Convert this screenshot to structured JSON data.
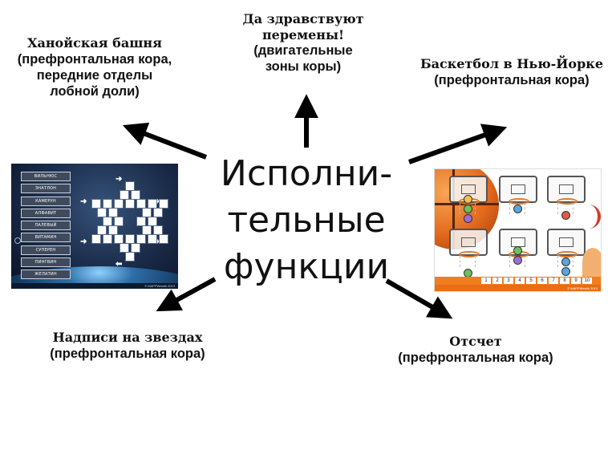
{
  "center": {
    "line1": "Исполни-",
    "line2": "тельные",
    "line3": "функции"
  },
  "labels": {
    "hanoi": {
      "title": "Ханойская башня",
      "line2": "(префронтальная кора,",
      "line3": "передние отделы",
      "line4": "лобной доли)"
    },
    "change": {
      "title1": "Да здравствуют",
      "title2": "перемены!",
      "line3": "(двигательные",
      "line4": "зоны коры)"
    },
    "basketball": {
      "title": "Баскетбол в Нью-Йорке",
      "line2": "(префронтальная кора)"
    },
    "stars": {
      "title": "Надписи на звездах",
      "line2": "(префронтальная кора)"
    },
    "countdown": {
      "title": "Отсчет",
      "line2": "(префронтальная кора)"
    }
  },
  "stars_game": {
    "words": [
      "ВИЛЬНЮС",
      "ЗНАТЛОН",
      "КАМЕРУН",
      "АЛФАВИТ",
      "ПАЛЕВЫЙ",
      "ВИТАМИН",
      "СУПЕРЕН",
      "ПИНГВИН",
      "ЖЕЛАТИН"
    ],
    "copyright": "© MAPPWealth 2013"
  },
  "basketball_game": {
    "numbers": [
      "1",
      "2",
      "3",
      "4",
      "5",
      "6",
      "7",
      "8",
      "9",
      "10"
    ],
    "copyright": "© MAPPWealth 2013"
  },
  "colors": {
    "arrow": "#000000",
    "ball": "#e2681c"
  }
}
